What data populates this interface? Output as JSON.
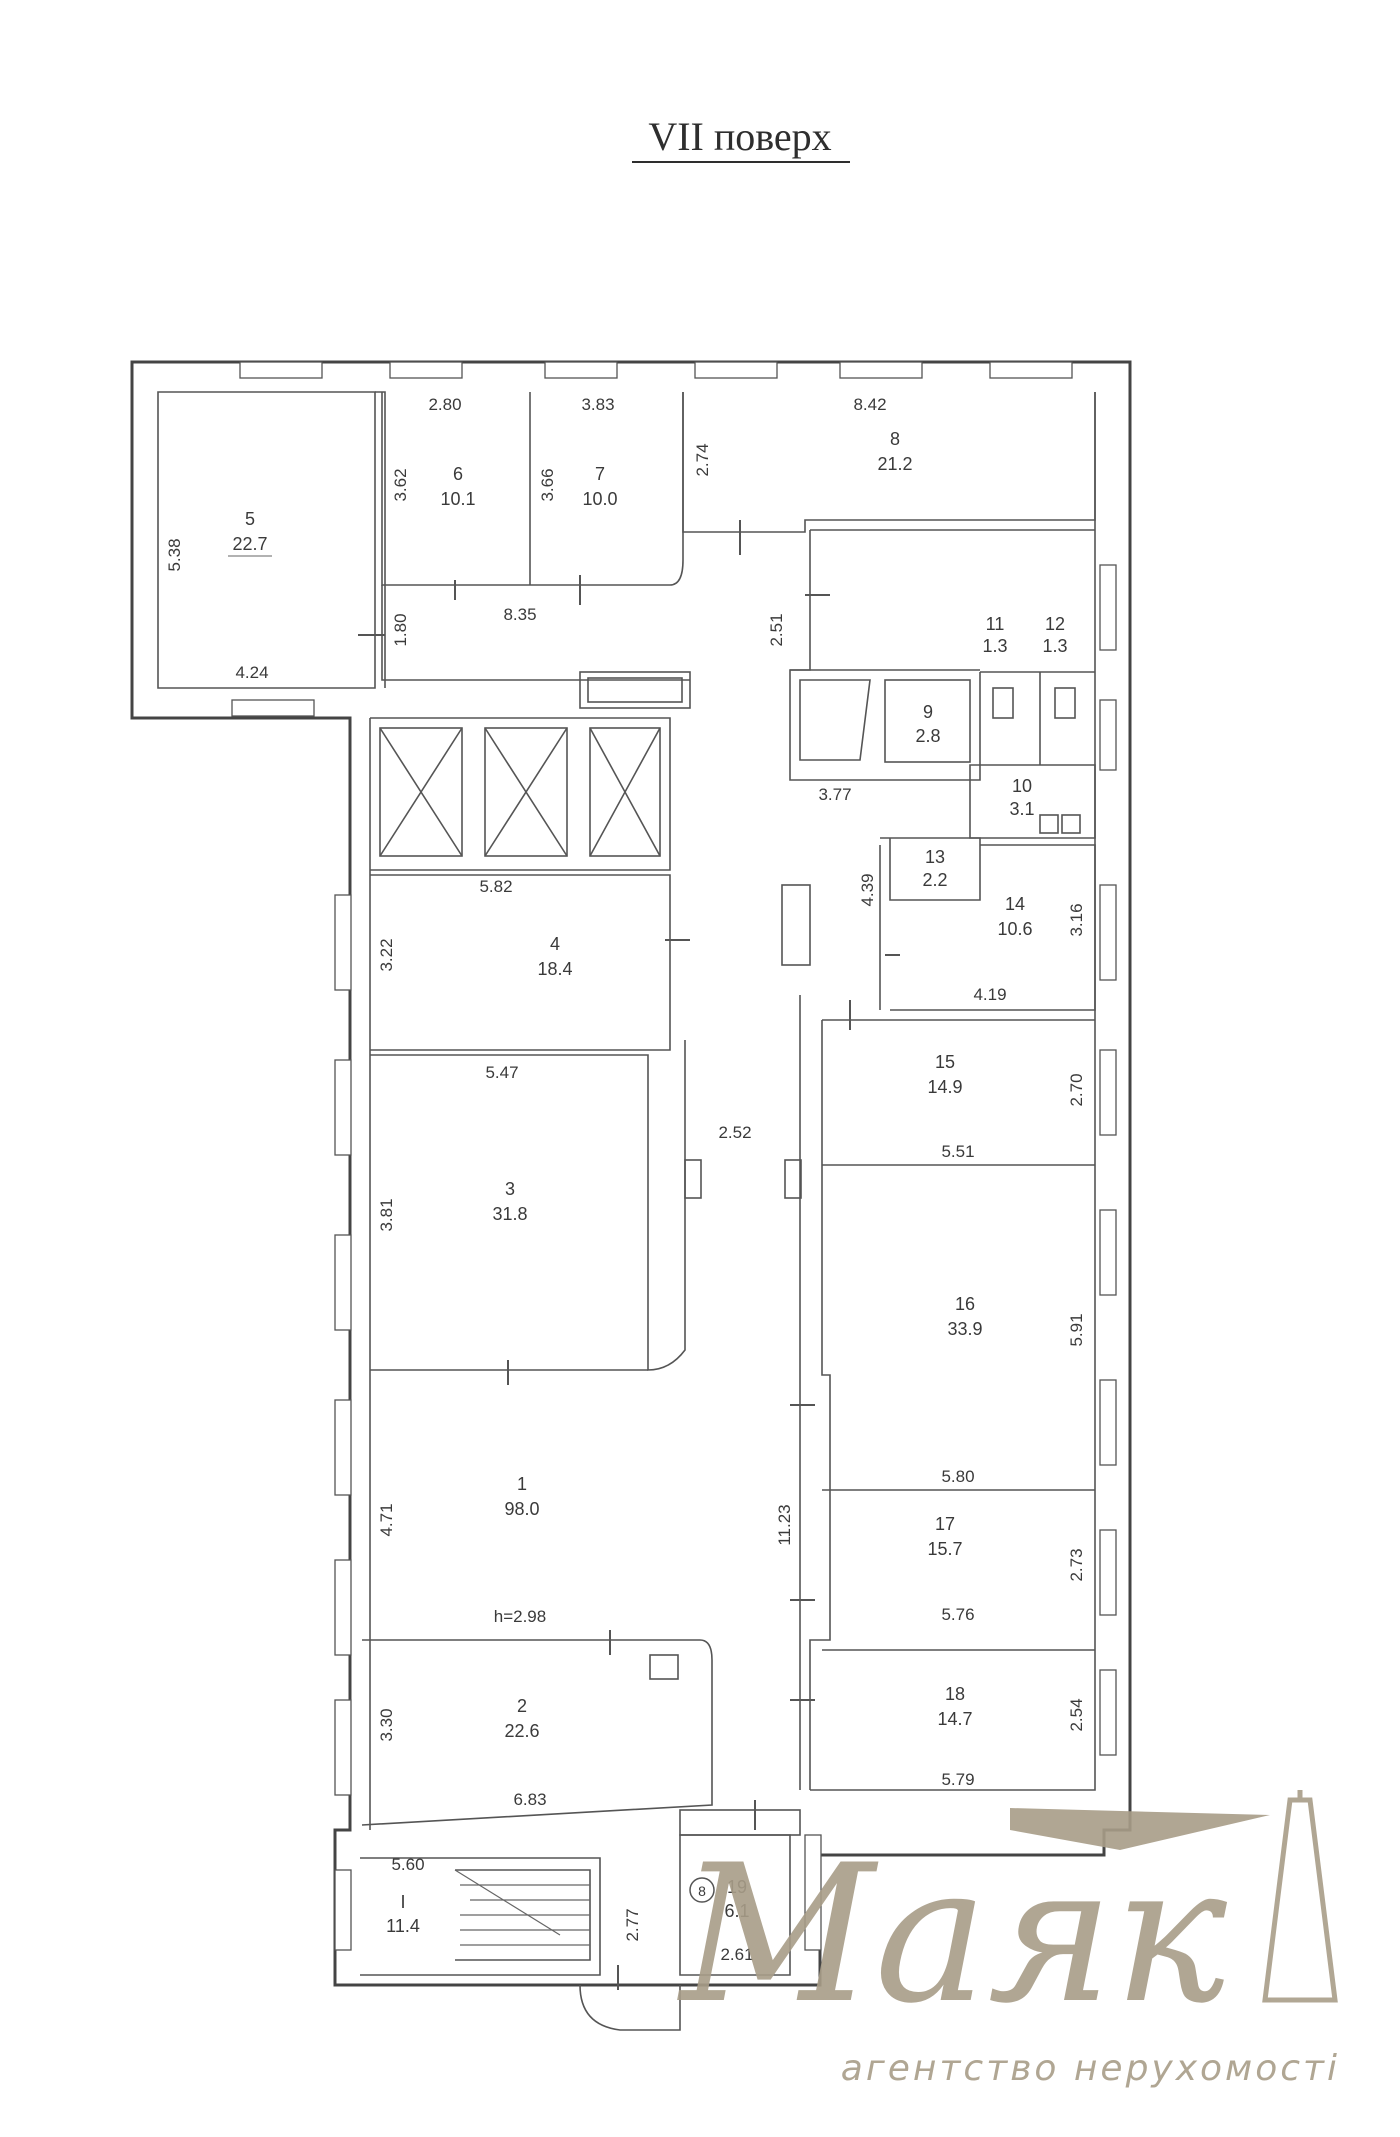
{
  "title": "VII поверх",
  "rooms": [
    {
      "id": "r1",
      "number": "1",
      "area": "98.0"
    },
    {
      "id": "r2",
      "number": "2",
      "area": "22.6"
    },
    {
      "id": "r3",
      "number": "3",
      "area": "31.8"
    },
    {
      "id": "r4",
      "number": "4",
      "area": "18.4"
    },
    {
      "id": "r5",
      "number": "5",
      "area": "22.7"
    },
    {
      "id": "r6",
      "number": "6",
      "area": "10.1"
    },
    {
      "id": "r7",
      "number": "7",
      "area": "10.0"
    },
    {
      "id": "r8",
      "number": "8",
      "area": "21.2"
    },
    {
      "id": "r9",
      "number": "9",
      "area": "2.8"
    },
    {
      "id": "r10",
      "number": "10",
      "area": "3.1"
    },
    {
      "id": "r11",
      "number": "11",
      "area": "1.3"
    },
    {
      "id": "r12",
      "number": "12",
      "area": "1.3"
    },
    {
      "id": "r13",
      "number": "13",
      "area": "2.2"
    },
    {
      "id": "r14",
      "number": "14",
      "area": "10.6"
    },
    {
      "id": "r15",
      "number": "15",
      "area": "14.9"
    },
    {
      "id": "r16",
      "number": "16",
      "area": "33.9"
    },
    {
      "id": "r17",
      "number": "17",
      "area": "15.7"
    },
    {
      "id": "r18",
      "number": "18",
      "area": "14.7"
    },
    {
      "id": "r19",
      "number": "19",
      "area": "6.1"
    },
    {
      "id": "rI",
      "number": "I",
      "area": "11.4"
    }
  ],
  "dimensions": [
    "2.80",
    "3.83",
    "8.42",
    "3.62",
    "3.66",
    "2.74",
    "5.38",
    "4.24",
    "1.80",
    "8.35",
    "2.51",
    "3.77",
    "5.82",
    "3.22",
    "4.39",
    "3.16",
    "4.19",
    "5.47",
    "2.52",
    "2.70",
    "5.51",
    "3.81",
    "5.91",
    "5.80",
    "4.71",
    "11.23",
    "2.73",
    "5.76",
    "h=2.98",
    "3.30",
    "2.54",
    "5.79",
    "6.83",
    "5.60",
    "2.77",
    "2.61"
  ],
  "elevator_mark": "8",
  "logo": {
    "word": "Маяк",
    "tagline": "агентство нерухомості",
    "color": "#a89d88"
  }
}
